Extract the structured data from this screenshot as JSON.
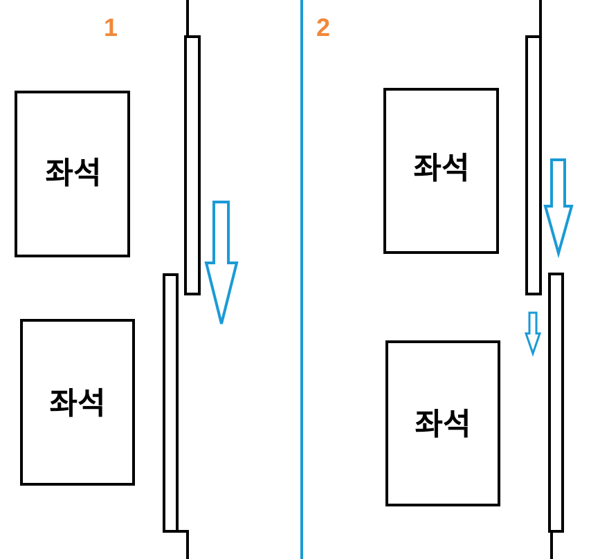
{
  "panels": [
    {
      "label": "1",
      "seats": [
        "좌석",
        "좌석"
      ]
    },
    {
      "label": "2",
      "seats": [
        "좌석",
        "좌석"
      ]
    }
  ],
  "colors": {
    "label": "#f0883a",
    "arrow": "#1a9ad6",
    "divider": "#1a9ad6",
    "stroke": "#000000"
  }
}
